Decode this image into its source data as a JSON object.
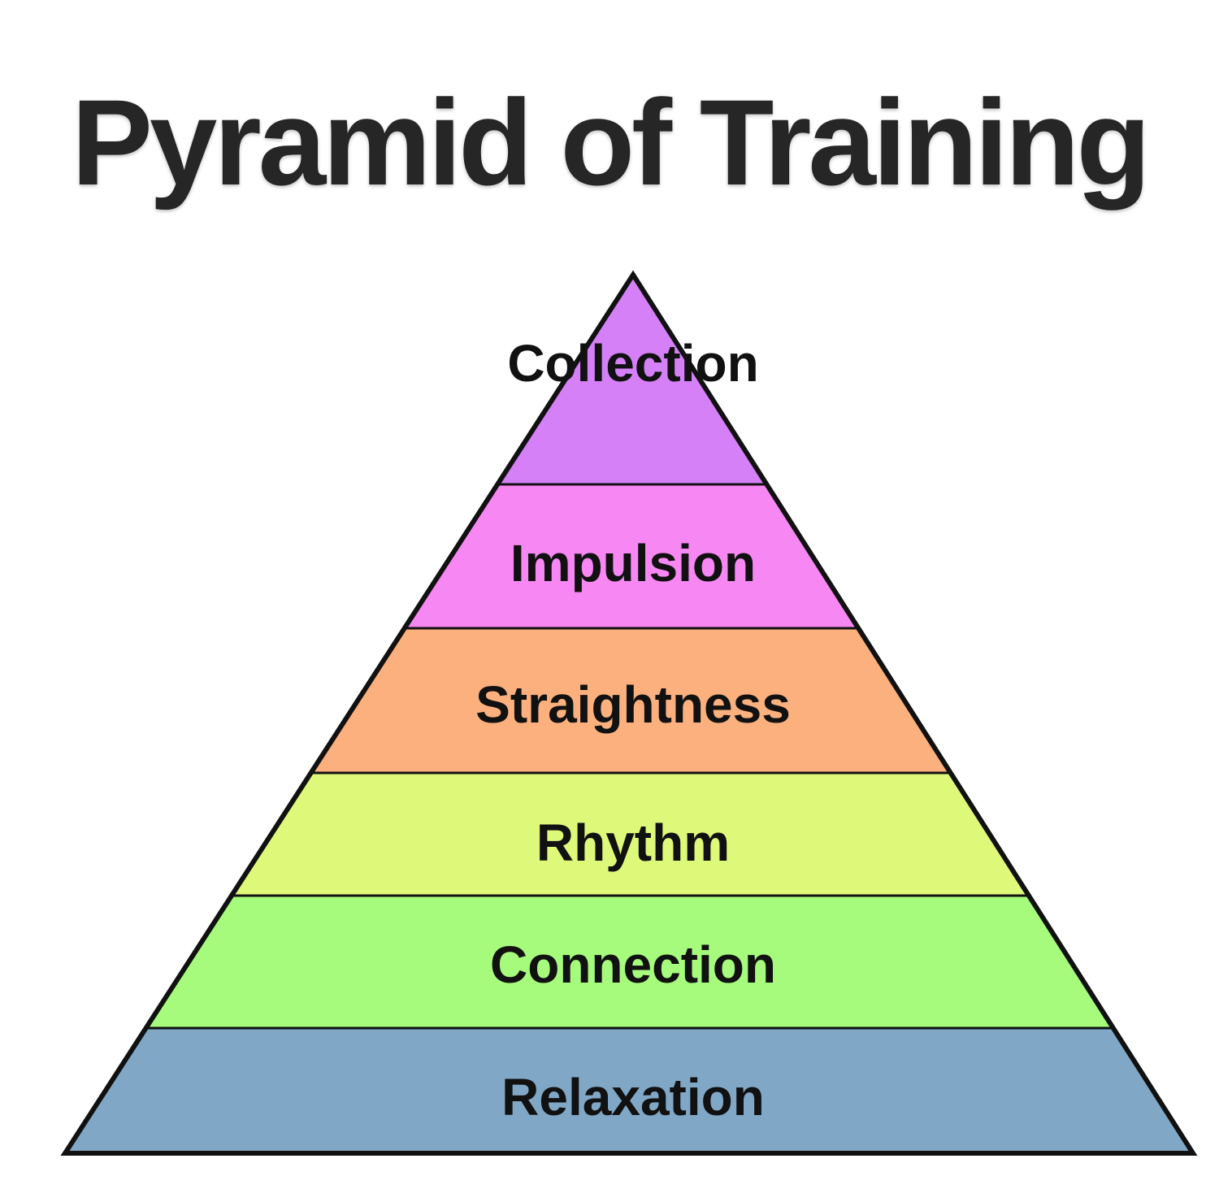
{
  "title": "Pyramid of Training",
  "levels": [
    {
      "label": "Collection",
      "color": "#d580f7"
    },
    {
      "label": "Impulsion",
      "color": "#f787f2"
    },
    {
      "label": "Straightness",
      "color": "#fbb07e"
    },
    {
      "label": "Rhythm",
      "color": "#def97a"
    },
    {
      "label": "Connection",
      "color": "#a6fb7d"
    },
    {
      "label": "Relaxation",
      "color": "#80a7c5"
    }
  ]
}
